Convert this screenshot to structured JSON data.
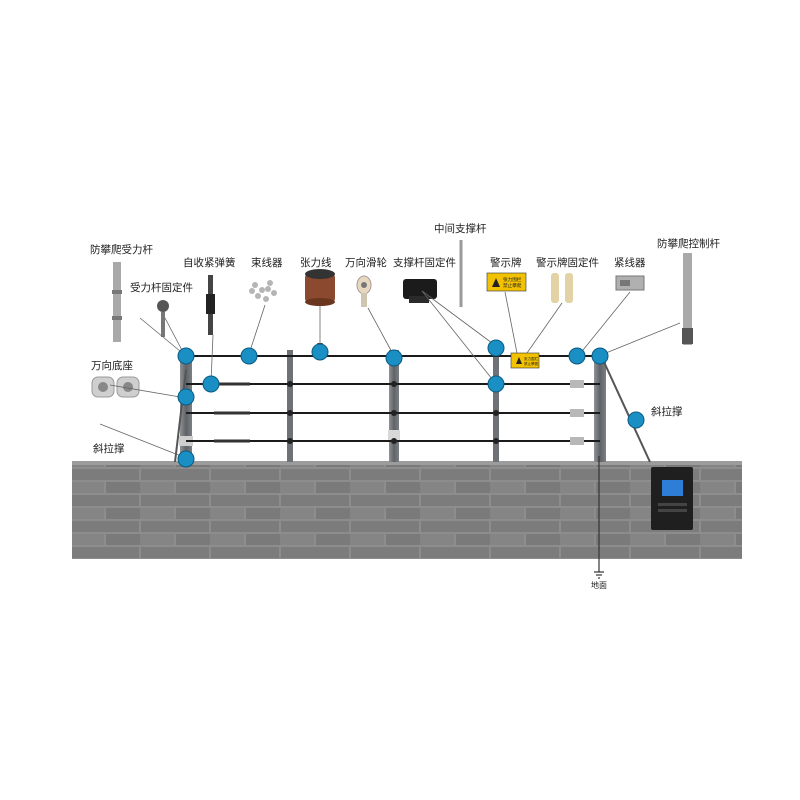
{
  "labels": {
    "force_post": "防攀爬受力杆",
    "force_post_fixture": "受力杆固定件",
    "universal_base": "万向底座",
    "diagonal_brace_left": "斜拉撑",
    "self_retracting_spring": "自收紧弹簧",
    "cable_binder": "束线器",
    "tension_wire": "张力线",
    "universal_pulley": "万向滑轮",
    "support_post_fixture": "支撑杆固定件",
    "middle_support_post": "中间支撑杆",
    "warning_sign": "警示牌",
    "warning_sign_fixture": "警示牌固定件",
    "wire_tightener": "紧线器",
    "control_post": "防攀爬控制杆",
    "diagonal_brace_right": "斜拉撑",
    "ground": "地面"
  },
  "sign_text": {
    "line1": "张力围栏",
    "line2": "禁止攀爬"
  },
  "colors": {
    "marker": "#1a8fc4",
    "marker_stroke": "#0c5a80",
    "wire": "#1b1b1b",
    "post": "#6b6f73",
    "wall": "#8a8a8a",
    "sign": "#f2c100"
  }
}
